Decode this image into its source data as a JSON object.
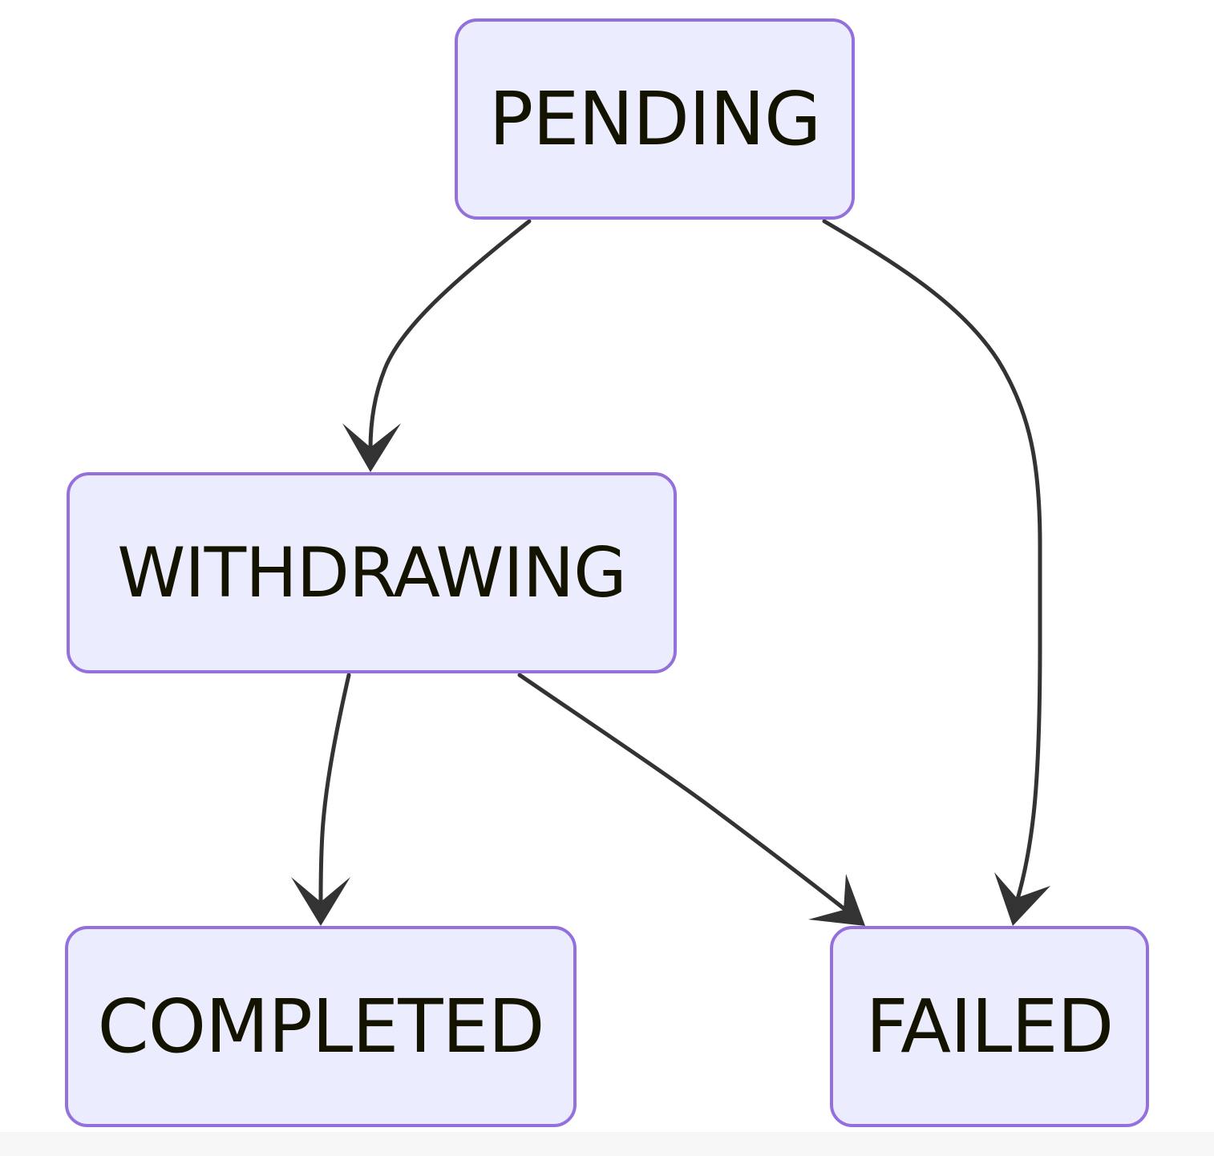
{
  "colors": {
    "node_fill": "#ECECFF",
    "node_border": "#9370DB",
    "edge": "#333333",
    "text": "#131300"
  },
  "nodes": {
    "pending": {
      "label": "PENDING"
    },
    "withdrawing": {
      "label": "WITHDRAWING"
    },
    "completed": {
      "label": "COMPLETED"
    },
    "failed": {
      "label": "FAILED"
    }
  },
  "edges": [
    {
      "from": "PENDING",
      "to": "WITHDRAWING"
    },
    {
      "from": "PENDING",
      "to": "FAILED"
    },
    {
      "from": "WITHDRAWING",
      "to": "COMPLETED"
    },
    {
      "from": "WITHDRAWING",
      "to": "FAILED"
    }
  ]
}
